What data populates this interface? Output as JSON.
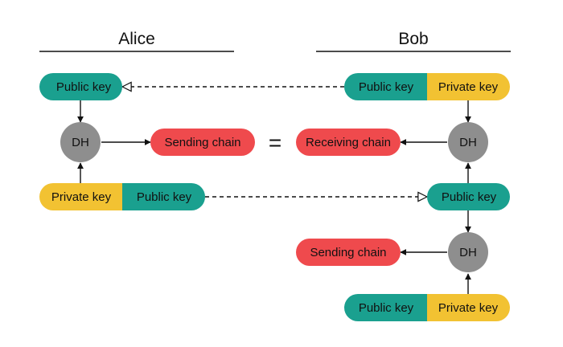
{
  "parties": {
    "alice": "Alice",
    "bob": "Bob"
  },
  "labels": {
    "public_key": "Public key",
    "private_key": "Private key",
    "dh": "DH",
    "sending_chain": "Sending chain",
    "receiving_chain": "Receiving chain",
    "equals": "="
  },
  "colors": {
    "public_key": "#1aa08f",
    "private_key": "#f2c232",
    "chain": "#ef4a4d",
    "dh_node": "#8e8e8e",
    "line": "#111111"
  }
}
